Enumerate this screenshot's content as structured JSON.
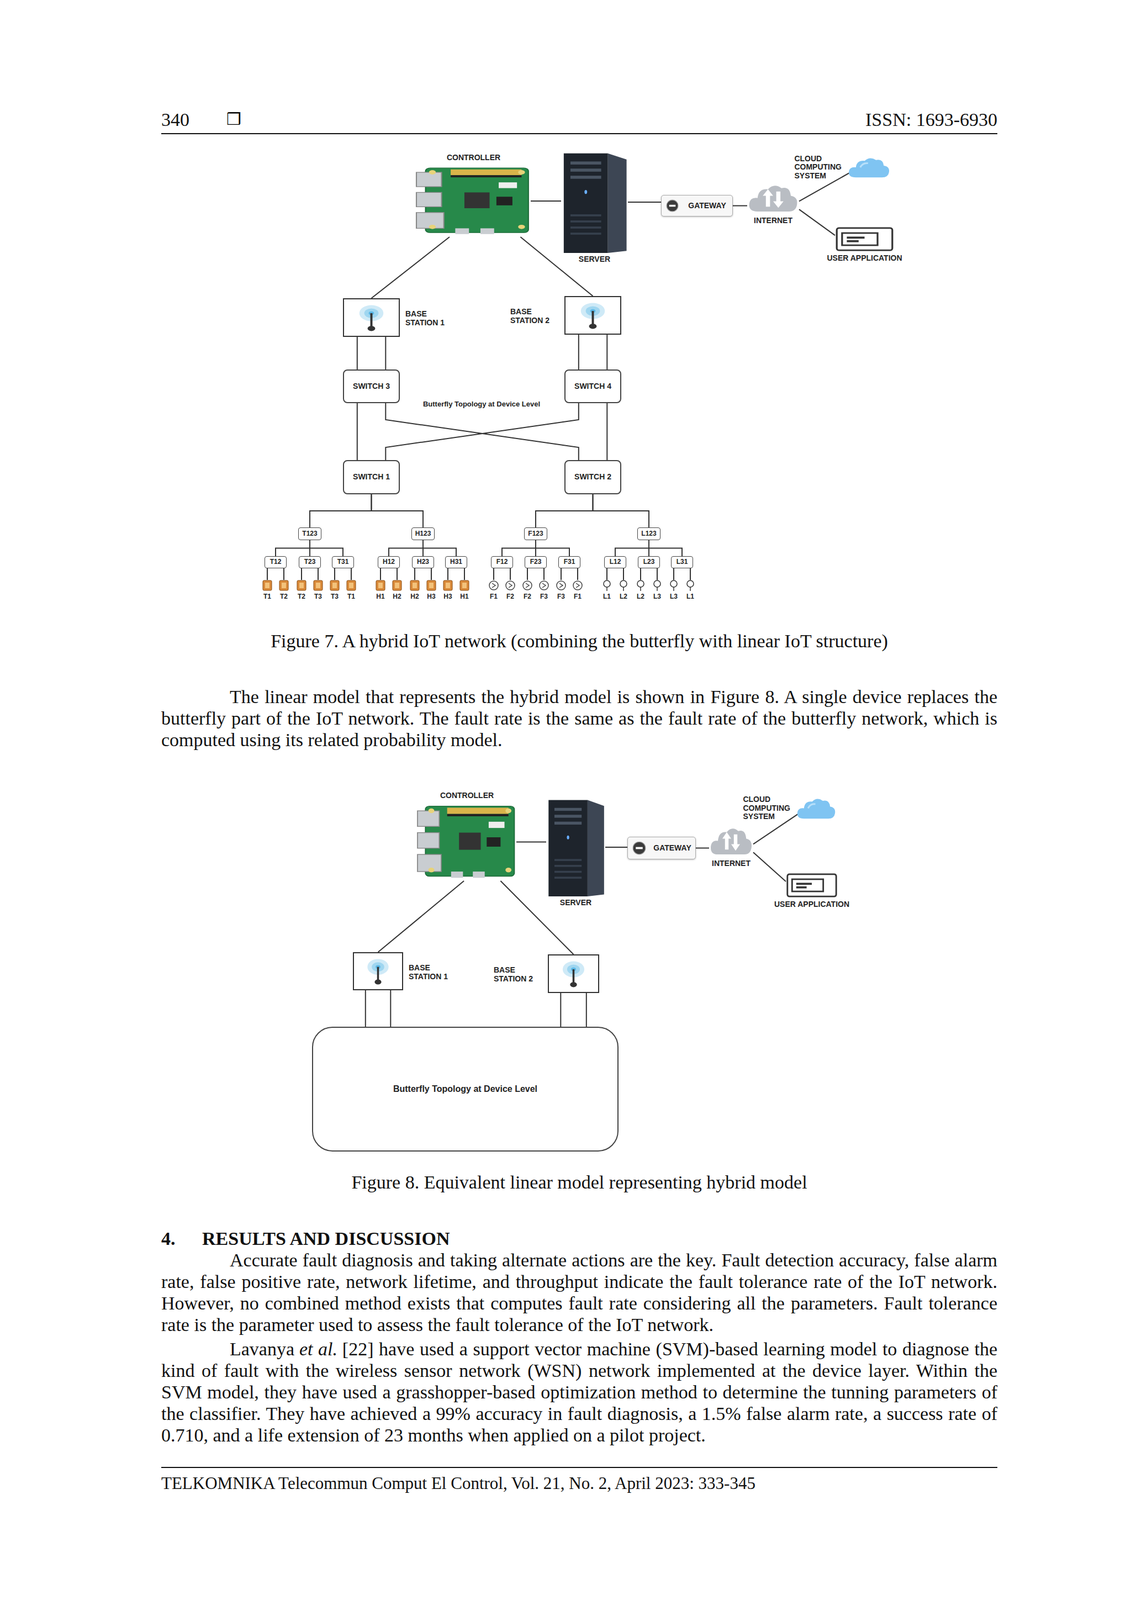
{
  "diagram": {
    "nodes": [
      {
        "text": [
          "CONTROLLER"
        ]
      },
      {
        "text": [
          "SERVER"
        ]
      },
      {
        "text": [
          "GATEWAY"
        ]
      },
      {
        "text": [
          "INTERNET"
        ]
      },
      {
        "text": [
          "CLOUD COMPUTING SYSTEM"
        ]
      },
      {
        "text": [
          "USER APPLICATION"
        ]
      },
      {
        "text": [
          "BASE STATION 1"
        ]
      },
      {
        "text": [
          "BASE STATION 2"
        ]
      },
      {
        "text": [
          "SWITCH 3"
        ]
      },
      {
        "text": [
          "SWITCH 4"
        ]
      },
      {
        "text": [
          "SWITCH 1"
        ]
      },
      {
        "text": [
          "SWITCH 2"
        ]
      },
      {
        "text": [
          "T123"
        ]
      },
      {
        "text": [
          "H123"
        ]
      },
      {
        "text": [
          "F123"
        ]
      },
      {
        "text": [
          "L123"
        ]
      },
      {
        "text": [
          "T12"
        ]
      },
      {
        "text": [
          "T23"
        ]
      },
      {
        "text": [
          "T31"
        ]
      },
      {
        "text": [
          "H12"
        ]
      },
      {
        "text": [
          "H23"
        ]
      },
      {
        "text": [
          "H31"
        ]
      },
      {
        "text": [
          "F12"
        ]
      },
      {
        "text": [
          "F23"
        ]
      },
      {
        "text": [
          "F31"
        ]
      },
      {
        "text": [
          "L12"
        ]
      },
      {
        "text": [
          "L23"
        ]
      },
      {
        "text": [
          "L31"
        ]
      },
      {
        "text": [
          "T1"
        ]
      },
      {
        "text": [
          "T2"
        ]
      },
      {
        "text": [
          "T2"
        ]
      },
      {
        "text": [
          "T3"
        ]
      },
      {
        "text": [
          "T3"
        ]
      },
      {
        "text": [
          "T1"
        ]
      },
      {
        "text": [
          "H1"
        ]
      },
      {
        "text": [
          "H2"
        ]
      },
      {
        "text": [
          "H2"
        ]
      },
      {
        "text": [
          "H3"
        ]
      },
      {
        "text": [
          "H3"
        ]
      },
      {
        "text": [
          "H1"
        ]
      },
      {
        "text": [
          "F1"
        ]
      },
      {
        "text": [
          "F2"
        ]
      },
      {
        "text": [
          "F2"
        ]
      },
      {
        "text": [
          "F3"
        ]
      },
      {
        "text": [
          "F3"
        ]
      },
      {
        "text": [
          "F1"
        ]
      },
      {
        "text": [
          "L1"
        ]
      },
      {
        "text": [
          "L2"
        ]
      },
      {
        "text": [
          "L2"
        ]
      },
      {
        "text": [
          "L3"
        ]
      },
      {
        "text": [
          "L3"
        ]
      },
      {
        "text": [
          "L1"
        ]
      },
      {
        "text": [
          "CONTROLLER"
        ]
      },
      {
        "text": [
          "SERVER"
        ]
      },
      {
        "text": [
          "GATEWAY"
        ]
      },
      {
        "text": [
          "INTERNET"
        ]
      },
      {
        "text": [
          "CLOUD COMPUTING SYSTEM"
        ]
      },
      {
        "text": [
          "USER APPLICATION"
        ]
      },
      {
        "text": [
          "BASE STATION 1"
        ]
      },
      {
        "text": [
          "BASE STATION 2"
        ]
      },
      {
        "text": [
          "Butterfly Topology at Device Level"
        ]
      }
    ],
    "edges": [
      {
        "from": 0,
        "to": 1,
        "arrow": "none"
      },
      {
        "from": 1,
        "to": 2,
        "arrow": "none"
      },
      {
        "from": 2,
        "to": 3,
        "arrow": "none"
      },
      {
        "from": 3,
        "to": 4,
        "arrow": "none"
      },
      {
        "from": 3,
        "to": 5,
        "arrow": "none"
      },
      {
        "from": 0,
        "to": 6,
        "arrow": "none"
      },
      {
        "from": 0,
        "to": 7,
        "arrow": "none"
      },
      {
        "from": 6,
        "to": 8,
        "arrow": "none"
      },
      {
        "from": 6,
        "to": 8,
        "arrow": "none"
      },
      {
        "from": 7,
        "to": 9,
        "arrow": "none"
      },
      {
        "from": 7,
        "to": 9,
        "arrow": "none"
      },
      {
        "from": 8,
        "to": 10,
        "arrow": "none"
      },
      {
        "from": 8,
        "to": 11,
        "arrow": "none"
      },
      {
        "from": 9,
        "to": 10,
        "arrow": "none"
      },
      {
        "from": 9,
        "to": 11,
        "arrow": "none"
      },
      {
        "from": 10,
        "to": 12,
        "arrow": "none"
      },
      {
        "from": 10,
        "to": 13,
        "arrow": "none"
      },
      {
        "from": 11,
        "to": 14,
        "arrow": "none"
      },
      {
        "from": 11,
        "to": 15,
        "arrow": "none"
      },
      {
        "from": 12,
        "to": 16,
        "arrow": "none"
      },
      {
        "from": 12,
        "to": 17,
        "arrow": "none"
      },
      {
        "from": 12,
        "to": 18,
        "arrow": "none"
      },
      {
        "from": 13,
        "to": 19,
        "arrow": "none"
      },
      {
        "from": 13,
        "to": 20,
        "arrow": "none"
      },
      {
        "from": 13,
        "to": 21,
        "arrow": "none"
      },
      {
        "from": 14,
        "to": 22,
        "arrow": "none"
      },
      {
        "from": 14,
        "to": 23,
        "arrow": "none"
      },
      {
        "from": 14,
        "to": 24,
        "arrow": "none"
      },
      {
        "from": 15,
        "to": 25,
        "arrow": "none"
      },
      {
        "from": 15,
        "to": 26,
        "arrow": "none"
      },
      {
        "from": 15,
        "to": 27,
        "arrow": "none"
      },
      {
        "from": 16,
        "to": 28,
        "arrow": "none"
      },
      {
        "from": 16,
        "to": 29,
        "arrow": "none"
      },
      {
        "from": 17,
        "to": 30,
        "arrow": "none"
      },
      {
        "from": 17,
        "to": 31,
        "arrow": "none"
      },
      {
        "from": 18,
        "to": 32,
        "arrow": "none"
      },
      {
        "from": 18,
        "to": 33,
        "arrow": "none"
      },
      {
        "from": 19,
        "to": 34,
        "arrow": "none"
      },
      {
        "from": 19,
        "to": 35,
        "arrow": "none"
      },
      {
        "from": 20,
        "to": 36,
        "arrow": "none"
      },
      {
        "from": 20,
        "to": 37,
        "arrow": "none"
      },
      {
        "from": 21,
        "to": 38,
        "arrow": "none"
      },
      {
        "from": 21,
        "to": 39,
        "arrow": "none"
      },
      {
        "from": 22,
        "to": 40,
        "arrow": "none"
      },
      {
        "from": 22,
        "to": 41,
        "arrow": "none"
      },
      {
        "from": 23,
        "to": 42,
        "arrow": "none"
      },
      {
        "from": 23,
        "to": 43,
        "arrow": "none"
      },
      {
        "from": 24,
        "to": 44,
        "arrow": "none"
      },
      {
        "from": 24,
        "to": 45,
        "arrow": "none"
      },
      {
        "from": 25,
        "to": 46,
        "arrow": "none"
      },
      {
        "from": 25,
        "to": 47,
        "arrow": "none"
      },
      {
        "from": 26,
        "to": 48,
        "arrow": "none"
      },
      {
        "from": 26,
        "to": 49,
        "arrow": "none"
      },
      {
        "from": 27,
        "to": 50,
        "arrow": "none"
      },
      {
        "from": 27,
        "to": 51,
        "arrow": "none"
      },
      {
        "from": 52,
        "to": 53,
        "arrow": "none"
      },
      {
        "from": 53,
        "to": 54,
        "arrow": "none"
      },
      {
        "from": 54,
        "to": 55,
        "arrow": "none"
      },
      {
        "from": 55,
        "to": 56,
        "arrow": "none"
      },
      {
        "from": 55,
        "to": 57,
        "arrow": "none"
      },
      {
        "from": 52,
        "to": 58,
        "arrow": "none"
      },
      {
        "from": 52,
        "to": 59,
        "arrow": "none"
      },
      {
        "from": 58,
        "to": 60,
        "arrow": "none"
      },
      {
        "from": 58,
        "to": 60,
        "arrow": "none"
      },
      {
        "from": 59,
        "to": 60,
        "arrow": "none"
      },
      {
        "from": 59,
        "to": 60,
        "arrow": "none"
      }
    ],
    "labels": [
      "340",
      "❒",
      "ISSN: 1693-6930",
      "Butterfly Topology at Device Level",
      "Figure 7. A hybrid IoT network (combining the butterfly with linear IoT structure)",
      "The linear model that represents the hybrid model is shown in Figure 8. A single device replaces the butterfly part of the IoT network. The fault rate is the same as the fault rate of the butterfly network, which is computed using its related probability model.",
      "Figure 8. Equivalent linear model representing hybrid model",
      "4.",
      "RESULTS AND DISCUSSION",
      "Accurate fault diagnosis and taking alternate actions are the key. Fault detection accuracy, false alarm rate, false positive rate, network lifetime, and throughput indicate the fault tolerance rate of the IoT network. However, no combined method exists that computes fault rate considering all the parameters. Fault tolerance rate is the parameter used to assess the fault tolerance of the IoT network.",
      "Lavanya",
      "et al.",
      "[22] have used a support vector machine (SVM)-based learning model to diagnose the kind of fault with the wireless sensor network (WSN) network implemented at the device layer. Within the SVM model, they have used a grasshopper-based optimization method to determine the tunning parameters of the classifier. They have achieved a 99% accuracy in fault diagnosis, a 1.5% false alarm rate, a success rate of 0.710, and a life extension of 23 months when applied on a pilot project.",
      "TELKOMNIKA Telecommun Comput El Control, Vol. 21, No. 2, April 2023: 333-345"
    ]
  }
}
